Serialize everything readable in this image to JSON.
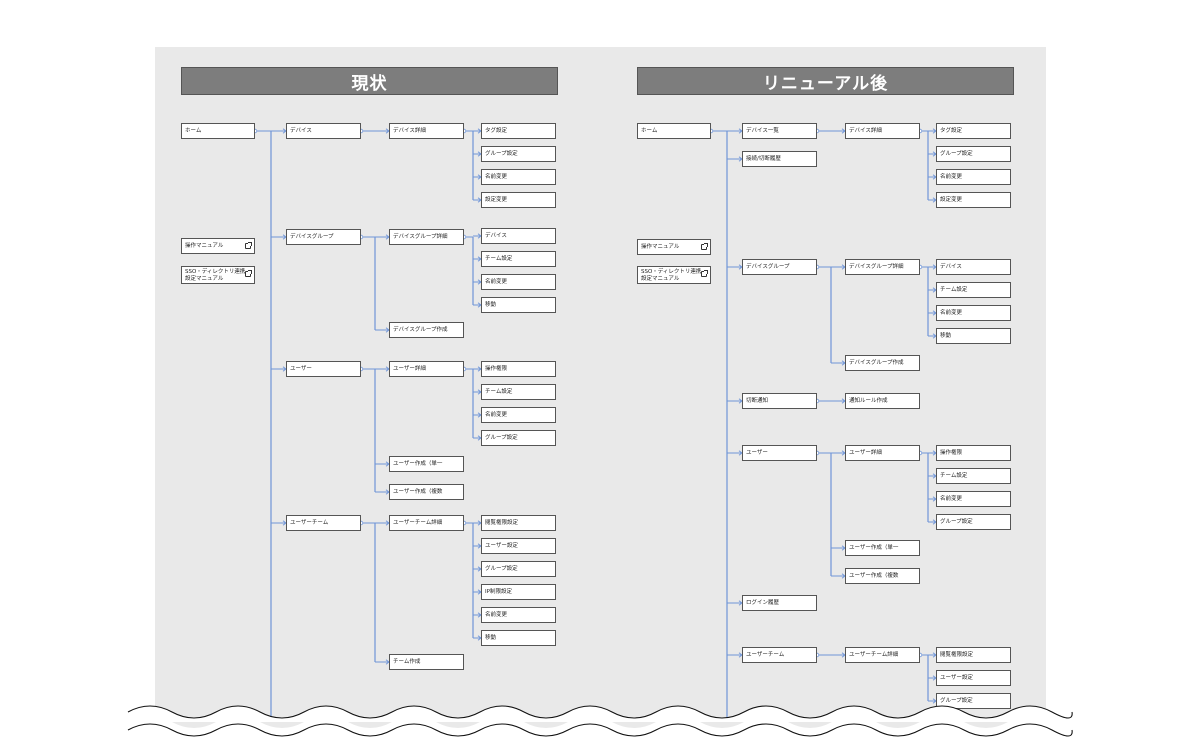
{
  "left_title": "現状",
  "right_title": "リニューアル後",
  "nodes": [
    {
      "id": "l_home",
      "text": "ホーム"
    },
    {
      "id": "l_manual",
      "text": "操作マニュアル"
    },
    {
      "id": "l_sso",
      "text": "SSO・ディレクトリ連携\n設定マニュアル"
    },
    {
      "id": "l_device",
      "text": "デバイス"
    },
    {
      "id": "l_devgroup",
      "text": "デバイスグループ"
    },
    {
      "id": "l_user",
      "text": "ユーザー"
    },
    {
      "id": "l_userteam",
      "text": "ユーザーチーム"
    },
    {
      "id": "l_devdetail",
      "text": "デバイス詳細"
    },
    {
      "id": "l_dgdetail",
      "text": "デバイスグループ詳細"
    },
    {
      "id": "l_dgcreate",
      "text": "デバイスグループ作成"
    },
    {
      "id": "l_udetail",
      "text": "ユーザー詳細"
    },
    {
      "id": "l_ucreate1",
      "text": "ユーザー作成（単一"
    },
    {
      "id": "l_ucreate2",
      "text": "ユーザー作成（複数"
    },
    {
      "id": "l_utdetail",
      "text": "ユーザーチーム詳細"
    },
    {
      "id": "l_tcreate",
      "text": "チーム作成"
    },
    {
      "id": "l_tag",
      "text": "タグ設定"
    },
    {
      "id": "l_grp",
      "text": "グループ設定"
    },
    {
      "id": "l_rename1",
      "text": "名前変更"
    },
    {
      "id": "l_setting",
      "text": "設定変更"
    },
    {
      "id": "l_dev2",
      "text": "デバイス"
    },
    {
      "id": "l_team1",
      "text": "チーム設定"
    },
    {
      "id": "l_rename2",
      "text": "名前変更"
    },
    {
      "id": "l_move1",
      "text": "移動"
    },
    {
      "id": "l_opauth",
      "text": "操作権限"
    },
    {
      "id": "l_team2",
      "text": "チーム設定"
    },
    {
      "id": "l_rename3",
      "text": "名前変更"
    },
    {
      "id": "l_grp2",
      "text": "グループ設定"
    },
    {
      "id": "l_mgmt",
      "text": "閲覧権限設定"
    },
    {
      "id": "l_useret",
      "text": "ユーザー設定"
    },
    {
      "id": "l_grp3",
      "text": "グループ設定"
    },
    {
      "id": "l_ip",
      "text": "IP制限設定"
    },
    {
      "id": "l_rename4",
      "text": "名前変更"
    },
    {
      "id": "l_move2",
      "text": "移動"
    },
    {
      "id": "r_home",
      "text": "ホーム"
    },
    {
      "id": "r_manual",
      "text": "操作マニュアル"
    },
    {
      "id": "r_sso",
      "text": "SSO・ディレクトリ連携\n設定マニュアル"
    },
    {
      "id": "r_devlist",
      "text": "デバイス一覧"
    },
    {
      "id": "r_hist",
      "text": "接続/切断履歴"
    },
    {
      "id": "r_devgroup",
      "text": "デバイスグループ"
    },
    {
      "id": "r_notify",
      "text": "切断通知"
    },
    {
      "id": "r_user",
      "text": "ユーザー"
    },
    {
      "id": "r_login",
      "text": "ログイン履歴"
    },
    {
      "id": "r_userteam",
      "text": "ユーザーチーム"
    },
    {
      "id": "r_devdetail",
      "text": "デバイス詳細"
    },
    {
      "id": "r_dgdetail",
      "text": "デバイスグループ詳細"
    },
    {
      "id": "r_dgcreate",
      "text": "デバイスグループ作成"
    },
    {
      "id": "r_rule",
      "text": "通知ルール作成"
    },
    {
      "id": "r_udetail",
      "text": "ユーザー詳細"
    },
    {
      "id": "r_ucreate1",
      "text": "ユーザー作成（単一"
    },
    {
      "id": "r_ucreate2",
      "text": "ユーザー作成（複数"
    },
    {
      "id": "r_utdetail",
      "text": "ユーザーチーム詳細"
    },
    {
      "id": "r_tag",
      "text": "タグ設定"
    },
    {
      "id": "r_grp",
      "text": "グループ設定"
    },
    {
      "id": "r_rename1",
      "text": "名前変更"
    },
    {
      "id": "r_setting",
      "text": "設定変更"
    },
    {
      "id": "r_dev2",
      "text": "デバイス"
    },
    {
      "id": "r_team1",
      "text": "チーム設定"
    },
    {
      "id": "r_rename2",
      "text": "名前変更"
    },
    {
      "id": "r_move1",
      "text": "移動"
    },
    {
      "id": "r_opauth",
      "text": "操作権限"
    },
    {
      "id": "r_team2",
      "text": "チーム設定"
    },
    {
      "id": "r_rename3",
      "text": "名前変更"
    },
    {
      "id": "r_grp2",
      "text": "グループ設定"
    },
    {
      "id": "r_mgmt",
      "text": "閲覧権限設定"
    },
    {
      "id": "r_useret",
      "text": "ユーザー設定"
    },
    {
      "id": "r_grp3",
      "text": "グループ設定"
    }
  ],
  "edges": [
    [
      "l_home",
      "l_device"
    ],
    [
      "l_home",
      "l_devgroup"
    ],
    [
      "l_home",
      "l_user"
    ],
    [
      "l_home",
      "l_userteam"
    ],
    [
      "l_device",
      "l_devdetail"
    ],
    [
      "l_devdetail",
      "l_tag"
    ],
    [
      "l_devdetail",
      "l_grp"
    ],
    [
      "l_devdetail",
      "l_rename1"
    ],
    [
      "l_devdetail",
      "l_setting"
    ],
    [
      "l_devgroup",
      "l_dgdetail"
    ],
    [
      "l_devgroup",
      "l_dgcreate"
    ],
    [
      "l_dgdetail",
      "l_dev2"
    ],
    [
      "l_dgdetail",
      "l_team1"
    ],
    [
      "l_dgdetail",
      "l_rename2"
    ],
    [
      "l_dgdetail",
      "l_move1"
    ],
    [
      "l_user",
      "l_udetail"
    ],
    [
      "l_user",
      "l_ucreate1"
    ],
    [
      "l_user",
      "l_ucreate2"
    ],
    [
      "l_udetail",
      "l_opauth"
    ],
    [
      "l_udetail",
      "l_team2"
    ],
    [
      "l_udetail",
      "l_rename3"
    ],
    [
      "l_udetail",
      "l_grp2"
    ],
    [
      "l_userteam",
      "l_utdetail"
    ],
    [
      "l_userteam",
      "l_tcreate"
    ],
    [
      "l_utdetail",
      "l_mgmt"
    ],
    [
      "l_utdetail",
      "l_useret"
    ],
    [
      "l_utdetail",
      "l_grp3"
    ],
    [
      "l_utdetail",
      "l_ip"
    ],
    [
      "l_utdetail",
      "l_rename4"
    ],
    [
      "l_utdetail",
      "l_move2"
    ],
    [
      "r_home",
      "r_devlist"
    ],
    [
      "r_home",
      "r_hist"
    ],
    [
      "r_home",
      "r_devgroup"
    ],
    [
      "r_home",
      "r_notify"
    ],
    [
      "r_home",
      "r_user"
    ],
    [
      "r_home",
      "r_login"
    ],
    [
      "r_home",
      "r_userteam"
    ],
    [
      "r_devlist",
      "r_devdetail"
    ],
    [
      "r_devdetail",
      "r_tag"
    ],
    [
      "r_devdetail",
      "r_grp"
    ],
    [
      "r_devdetail",
      "r_rename1"
    ],
    [
      "r_devdetail",
      "r_setting"
    ],
    [
      "r_devgroup",
      "r_dgdetail"
    ],
    [
      "r_devgroup",
      "r_dgcreate"
    ],
    [
      "r_dgdetail",
      "r_dev2"
    ],
    [
      "r_dgdetail",
      "r_team1"
    ],
    [
      "r_dgdetail",
      "r_rename2"
    ],
    [
      "r_dgdetail",
      "r_move1"
    ],
    [
      "r_notify",
      "r_rule"
    ],
    [
      "r_user",
      "r_udetail"
    ],
    [
      "r_user",
      "r_ucreate1"
    ],
    [
      "r_user",
      "r_ucreate2"
    ],
    [
      "r_udetail",
      "r_opauth"
    ],
    [
      "r_udetail",
      "r_team2"
    ],
    [
      "r_udetail",
      "r_rename3"
    ],
    [
      "r_udetail",
      "r_grp2"
    ],
    [
      "r_userteam",
      "r_utdetail"
    ],
    [
      "r_utdetail",
      "r_mgmt"
    ],
    [
      "r_utdetail",
      "r_useret"
    ],
    [
      "r_utdetail",
      "r_grp3"
    ]
  ],
  "colors": {
    "connector": "#6f95d8",
    "node_border": "#555555",
    "title_bg": "#7d7d7d",
    "sheet_bg": "#e9e9e9"
  }
}
